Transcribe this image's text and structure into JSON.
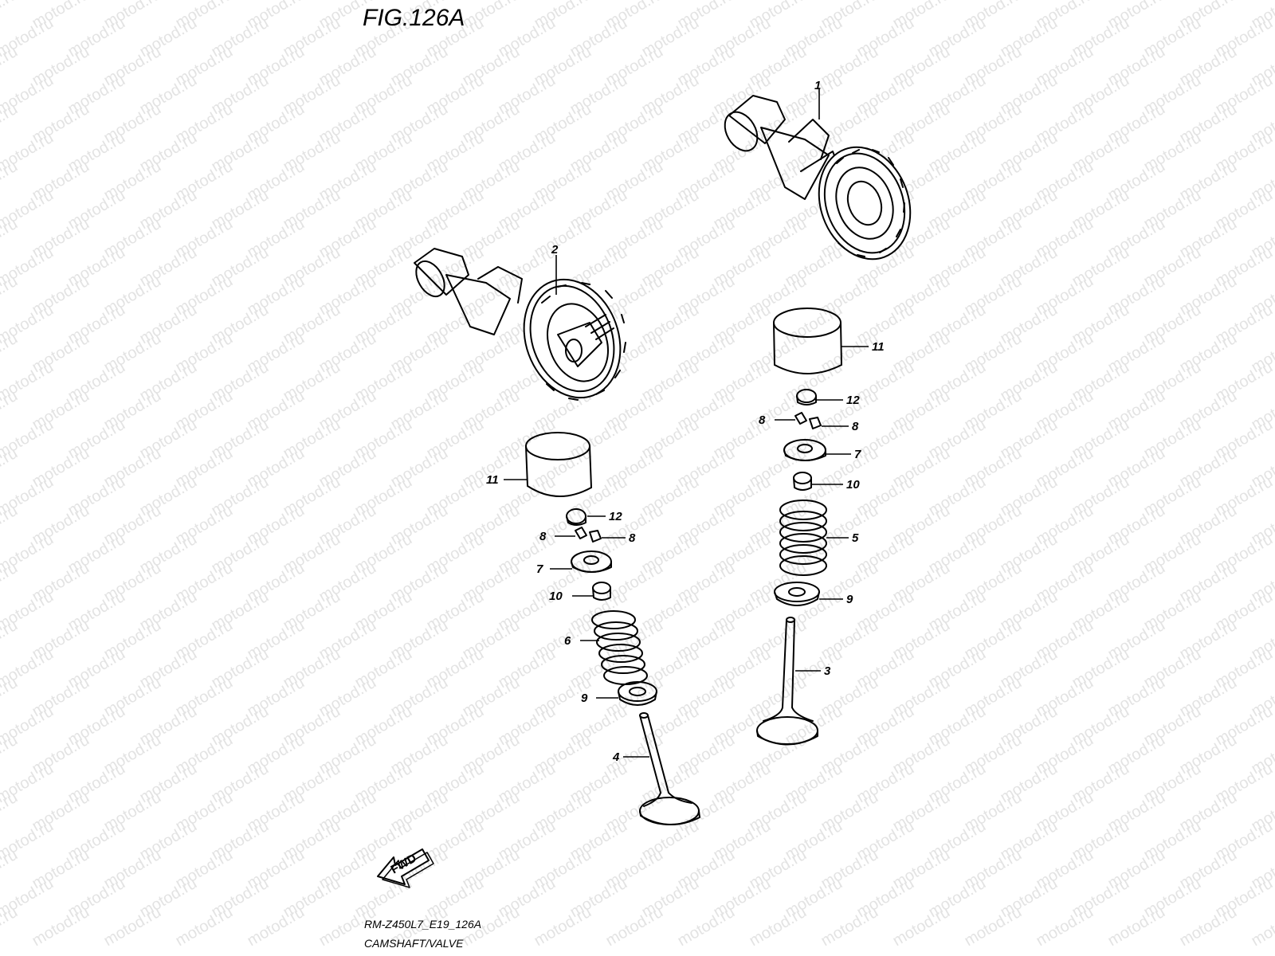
{
  "figure": {
    "title": "FIG.126A",
    "model_code": "RM-Z450L7_E19_126A",
    "caption": "CAMSHAFT/VALVE",
    "direction_label": "FWD",
    "watermark": "motod.ru"
  },
  "callouts": [
    {
      "id": "c1",
      "label": "1"
    },
    {
      "id": "c2",
      "label": "2"
    },
    {
      "id": "c11a",
      "label": "11"
    },
    {
      "id": "c12a",
      "label": "12"
    },
    {
      "id": "c8a",
      "label": "8"
    },
    {
      "id": "c8b",
      "label": "8"
    },
    {
      "id": "c7a",
      "label": "7"
    },
    {
      "id": "c10a",
      "label": "10"
    },
    {
      "id": "c6",
      "label": "6"
    },
    {
      "id": "c9a",
      "label": "9"
    },
    {
      "id": "c4",
      "label": "4"
    },
    {
      "id": "c11b",
      "label": "11"
    },
    {
      "id": "c12b",
      "label": "12"
    },
    {
      "id": "c8c",
      "label": "8"
    },
    {
      "id": "c8d",
      "label": "8"
    },
    {
      "id": "c7b",
      "label": "7"
    },
    {
      "id": "c10b",
      "label": "10"
    },
    {
      "id": "c5",
      "label": "5"
    },
    {
      "id": "c9b",
      "label": "9"
    },
    {
      "id": "c3",
      "label": "3"
    }
  ]
}
